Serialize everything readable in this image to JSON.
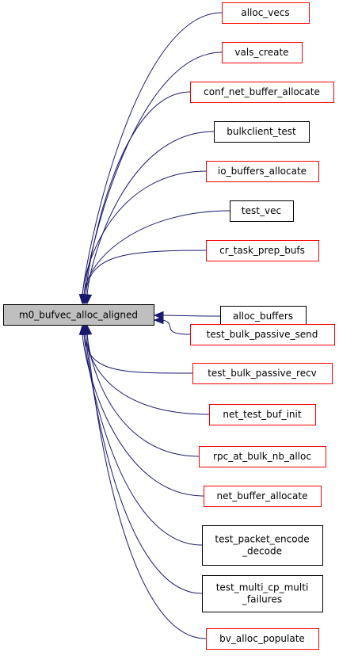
{
  "graph": {
    "focus": {
      "label": "m0_bufvec_alloc_aligned"
    },
    "callers": [
      {
        "lines": [
          "alloc_vecs"
        ],
        "border": "#ff0000"
      },
      {
        "lines": [
          "vals_create"
        ],
        "border": "#ff0000"
      },
      {
        "lines": [
          "conf_net_buffer_allocate"
        ],
        "border": "#ff0000"
      },
      {
        "lines": [
          "bulkclient_test"
        ],
        "border": "#000000"
      },
      {
        "lines": [
          "io_buffers_allocate"
        ],
        "border": "#ff0000"
      },
      {
        "lines": [
          "test_vec"
        ],
        "border": "#000000"
      },
      {
        "lines": [
          "cr_task_prep_bufs"
        ],
        "border": "#ff0000"
      },
      {
        "lines": [
          "alloc_buffers"
        ],
        "border": "#000000"
      },
      {
        "lines": [
          "test_bulk_passive_send"
        ],
        "border": "#ff0000"
      },
      {
        "lines": [
          "test_bulk_passive_recv"
        ],
        "border": "#ff0000"
      },
      {
        "lines": [
          "net_test_buf_init"
        ],
        "border": "#ff0000"
      },
      {
        "lines": [
          "rpc_at_bulk_nb_alloc"
        ],
        "border": "#ff0000"
      },
      {
        "lines": [
          "net_buffer_allocate"
        ],
        "border": "#ff0000"
      },
      {
        "lines": [
          "test_packet_encode",
          "_decode"
        ],
        "border": "#000000"
      },
      {
        "lines": [
          "test_multi_cp_multi",
          "_failures"
        ],
        "border": "#000000"
      },
      {
        "lines": [
          "bv_alloc_populate"
        ],
        "border": "#ff0000"
      }
    ],
    "colors": {
      "edge": "#191970",
      "focus_fill": "#bfbfbf",
      "node_fill": "#ffffff"
    }
  }
}
